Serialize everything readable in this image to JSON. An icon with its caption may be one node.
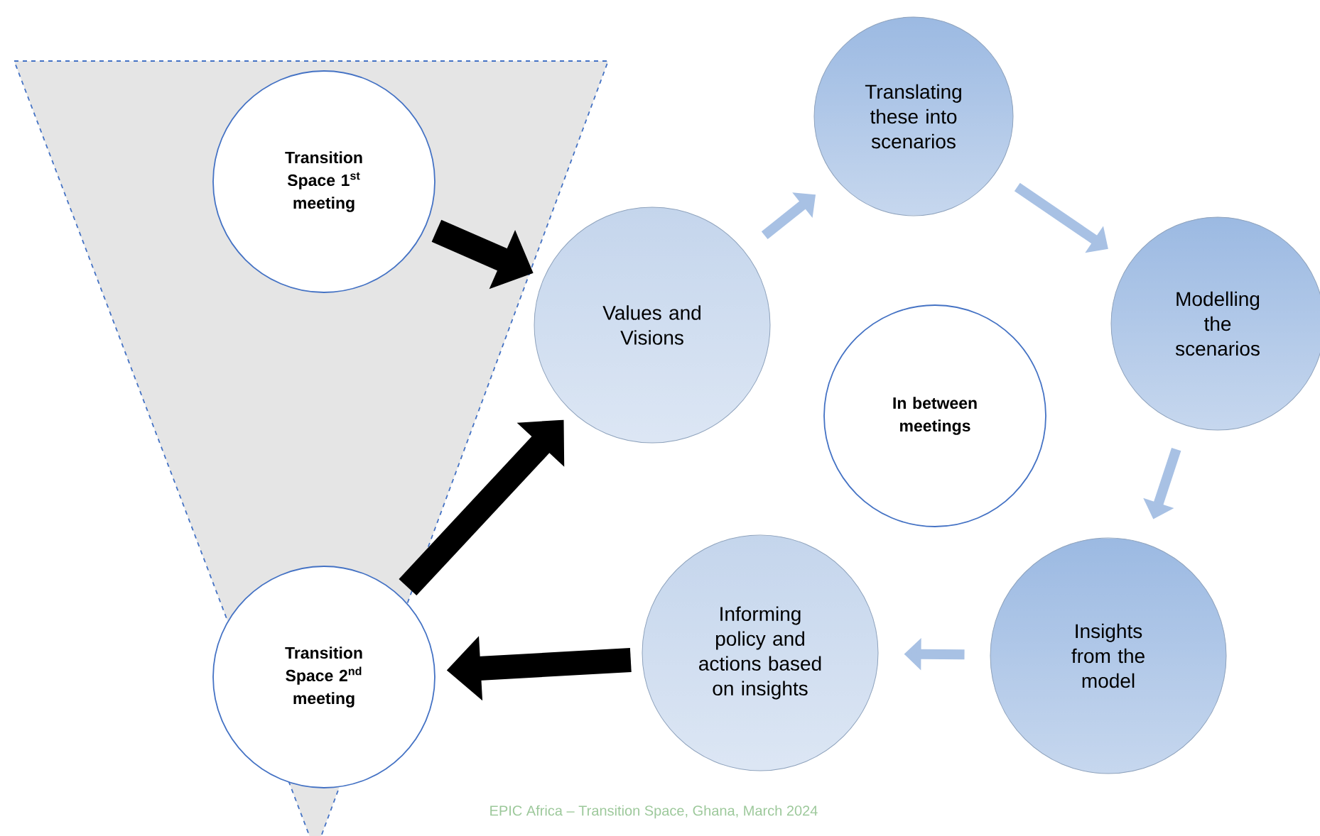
{
  "diagram": {
    "nodes": [
      {
        "text": [
          "Transition Space 1$^{st}$ meeting"
        ]
      },
      {
        "text": [
          "Transition Space 2$^{nd}$ meeting"
        ]
      },
      {
        "text": [
          "Values and Visions"
        ]
      },
      {
        "text": [
          "Translating these into scenarios"
        ]
      },
      {
        "text": [
          "Modelling the scenarios"
        ]
      },
      {
        "text": [
          "Insights from the model"
        ]
      },
      {
        "text": [
          "Informing policy and actions based on insights"
        ]
      },
      {
        "text": [
          "In between meetings"
        ]
      }
    ],
    "edges": [
      {
        "from": 0,
        "to": 2,
        "arrow": "to",
        "style": "thick",
        "color": "#000000"
      },
      {
        "from": 1,
        "to": 2,
        "arrow": "to",
        "style": "thick",
        "color": "#000000"
      },
      {
        "from": 2,
        "to": 3,
        "arrow": "to"
      },
      {
        "from": 3,
        "to": 4,
        "arrow": "to"
      },
      {
        "from": 4,
        "to": 5,
        "arrow": "to"
      },
      {
        "from": 5,
        "to": 6,
        "arrow": "to"
      },
      {
        "from": 6,
        "to": 1,
        "arrow": "to",
        "style": "thick",
        "color": "#000000"
      }
    ],
    "labels": [
      "EPIC Africa – Transition Space, Ghana, March 2024"
    ]
  }
}
